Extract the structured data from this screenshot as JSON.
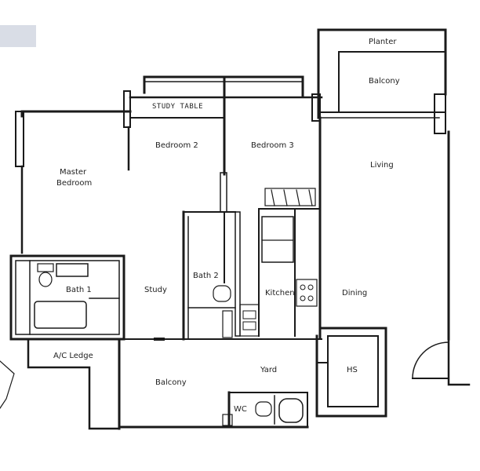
{
  "plan": {
    "rooms": {
      "planter": "Planter",
      "balcony_top": "Balcony",
      "study_table": "STUDY TABLE",
      "bedroom2": "Bedroom 2",
      "bedroom3": "Bedroom 3",
      "living": "Living",
      "master_line1": "Master",
      "master_line2": "Bedroom",
      "bath1": "Bath 1",
      "study": "Study",
      "bath2": "Bath 2",
      "kitchen": "Kitchen",
      "dining": "Dining",
      "ac_ledge": "A/C Ledge",
      "yard": "Yard",
      "hs": "HS",
      "balcony_bottom": "Balcony",
      "wc": "WC"
    }
  }
}
